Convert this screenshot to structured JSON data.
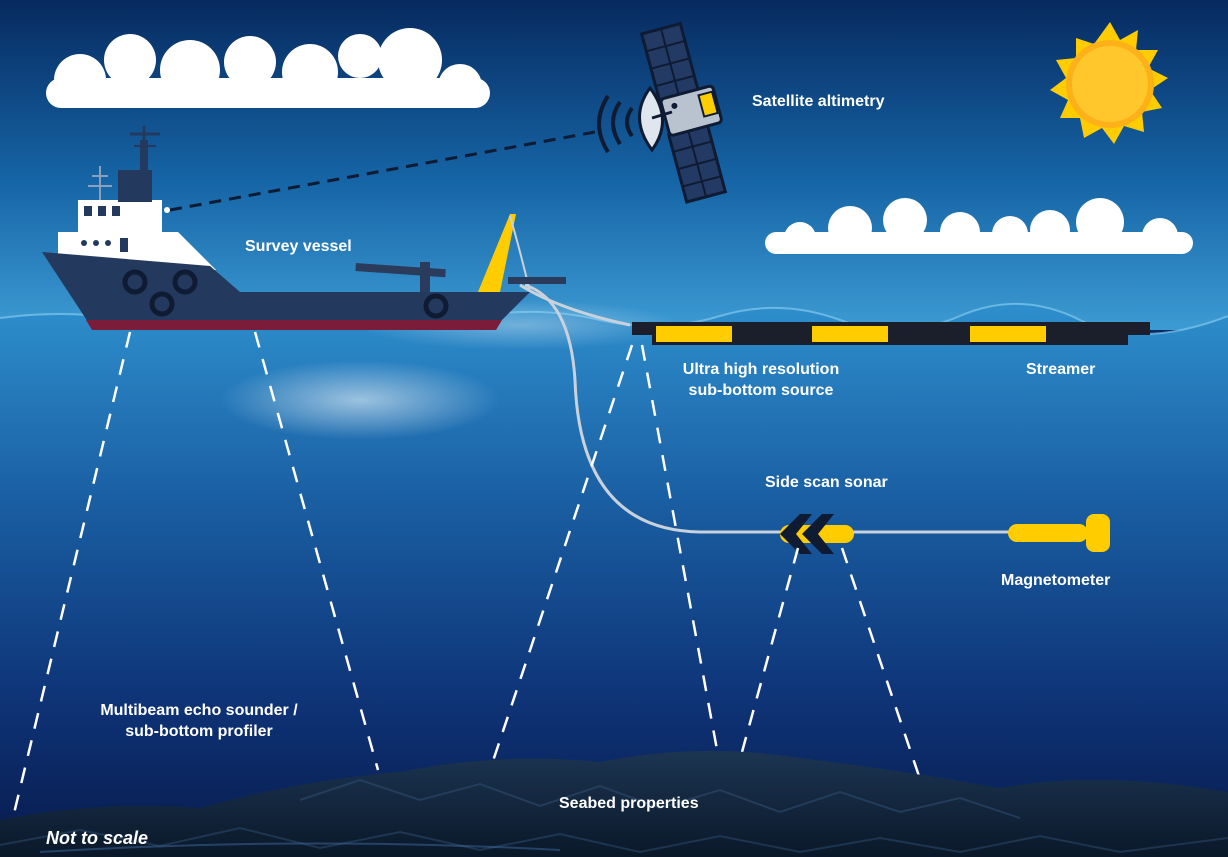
{
  "labels": {
    "satellite": "Satellite altimetry",
    "vessel": "Survey vessel",
    "uhr_line1": "Ultra high resolution",
    "uhr_line2": "sub-bottom source",
    "streamer": "Streamer",
    "side_scan": "Side scan sonar",
    "magnetometer": "Magnetometer",
    "multibeam_line1": "Multibeam echo sounder /",
    "multibeam_line2": "sub-bottom profiler",
    "seabed": "Seabed properties",
    "note": "Not to scale"
  },
  "colors": {
    "sky_top": "#062a5e",
    "sky_bottom": "#3a96cf",
    "sea_surface": "#2f8fcc",
    "sea_deep": "#081c55",
    "accent_yellow": "#ffcc00",
    "hull": "#24395e",
    "seabed": "#0b1e36"
  },
  "icons": [
    "satellite-icon",
    "sun-icon",
    "cloud-icon",
    "vessel-icon",
    "streamer-icon",
    "sonar-icon",
    "magnetometer-icon"
  ]
}
